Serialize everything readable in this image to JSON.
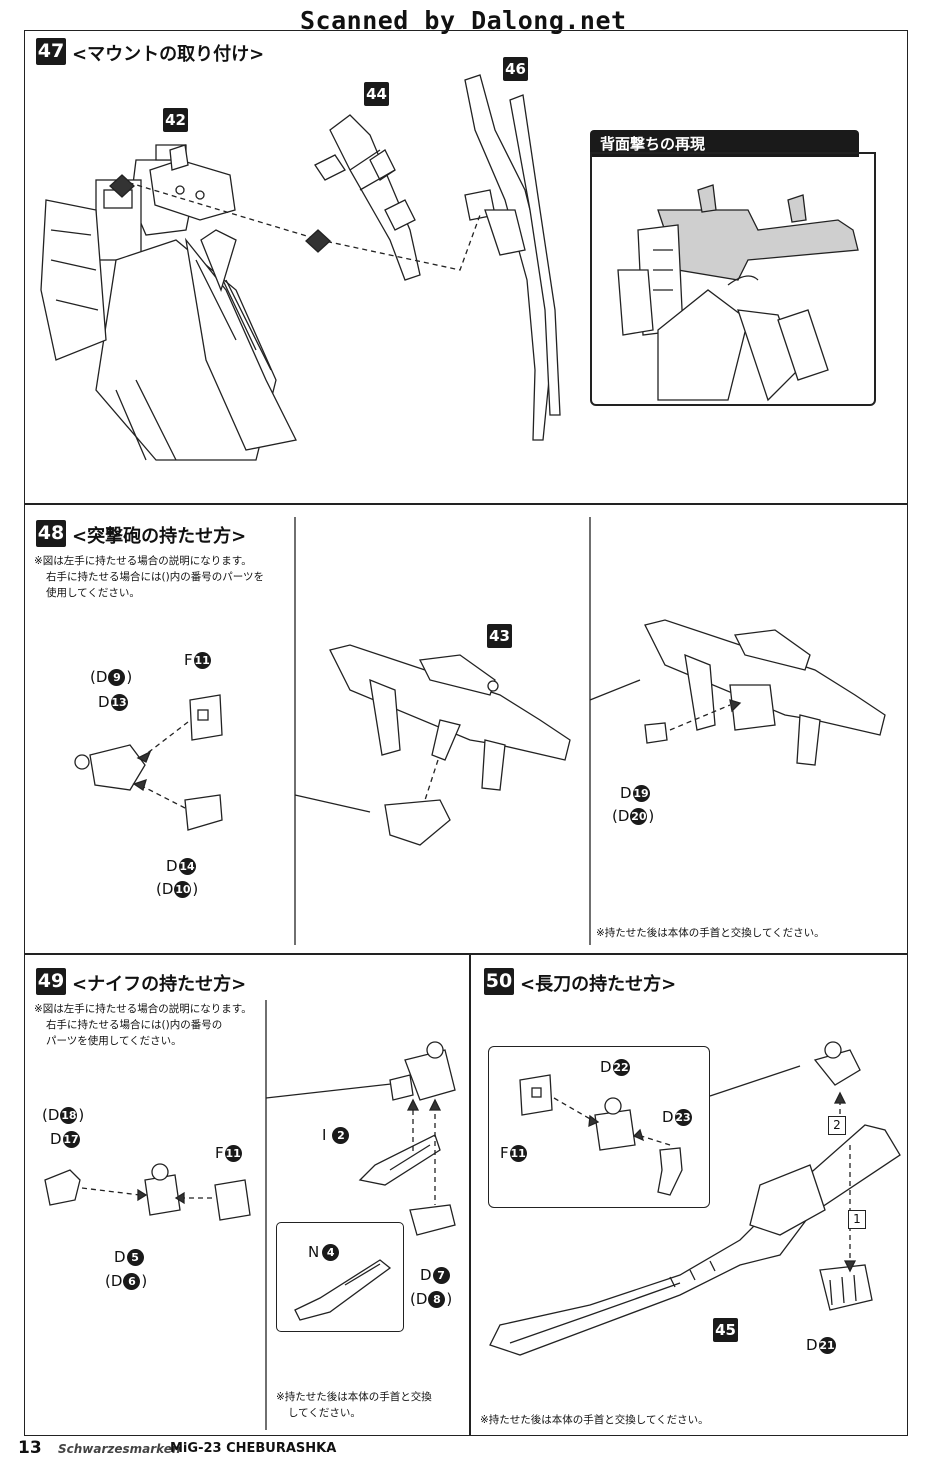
{
  "header": {
    "scan_credit": "Scanned by Dalong.net"
  },
  "steps": {
    "s47": {
      "num": "47",
      "title": "<マウントの取り付け>",
      "parts": {
        "p42": "42",
        "p44": "44",
        "p46": "46"
      }
    },
    "inset": {
      "title": "背面撃ちの再現"
    },
    "s48": {
      "num": "48",
      "title": "<突撃砲の持たせ方>",
      "note": [
        "※図は左手に持たせる場合の説明になります。",
        "右手に持たせる場合には()内の番号のパーツを",
        "使用してください。"
      ],
      "parts": {
        "d9_letter": "(D",
        "d9_num": "9",
        "d9_close": ")",
        "d13_letter": "D",
        "d13_num": "13",
        "f11_letter": "F",
        "f11_num": "11",
        "d14_letter": "D",
        "d14_num": "14",
        "d10_letter": "(D",
        "d10_num": "10",
        "d10_close": ")",
        "p43": "43",
        "d19_letter": "D",
        "d19_num": "19",
        "d20_letter": "(D",
        "d20_num": "20",
        "d20_close": ")"
      },
      "footnote": "※持たせた後は本体の手首と交換してください。"
    },
    "s49": {
      "num": "49",
      "title": "<ナイフの持たせ方>",
      "note": [
        "※図は左手に持たせる場合の説明になります。",
        "右手に持たせる場合には()内の番号の",
        "パーツを使用してください。"
      ],
      "parts": {
        "d18_letter": "(D",
        "d18_num": "18",
        "d18_close": ")",
        "d17_letter": "D",
        "d17_num": "17",
        "f11_letter": "F",
        "f11_num": "11",
        "d5_letter": "D",
        "d5_num": "5",
        "d6_letter": "(D",
        "d6_num": "6",
        "d6_close": ")",
        "i2_letter": "I",
        "i2_num": "2",
        "n4_letter": "N",
        "n4_num": "4",
        "d7_letter": "D",
        "d7_num": "7",
        "d8_letter": "(D",
        "d8_num": "8",
        "d8_close": ")"
      },
      "footnote": [
        "※持たせた後は本体の手首と交換",
        "してください。"
      ]
    },
    "s50": {
      "num": "50",
      "title": "<長刀の持たせ方>",
      "parts": {
        "d22_letter": "D",
        "d22_num": "22",
        "d23_letter": "D",
        "d23_num": "23",
        "f11_letter": "F",
        "f11_num": "11",
        "p45": "45",
        "d21_letter": "D",
        "d21_num": "21",
        "order1": "1",
        "order2": "2"
      },
      "footnote": "※持たせた後は本体の手首と交換してください。"
    }
  },
  "footer": {
    "page_number": "13",
    "series": "Schwarzesmarken",
    "model": "MiG-23 CHEBURASHKA"
  }
}
